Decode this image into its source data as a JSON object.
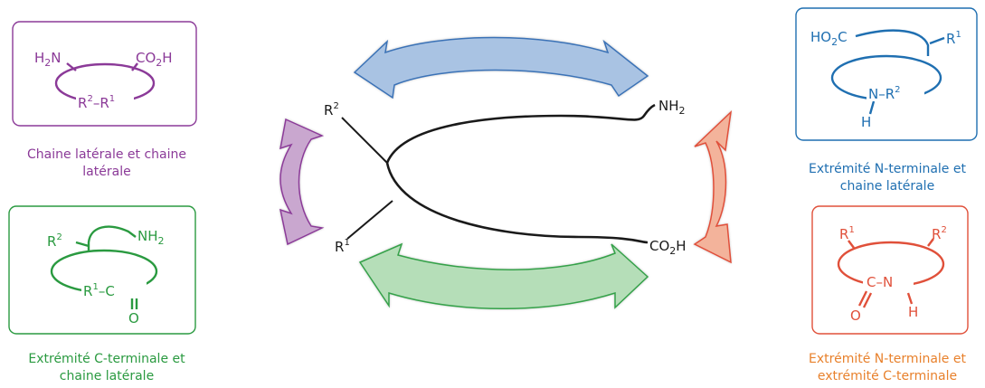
{
  "captions": {
    "purple": "Chaine latérale et chaine latérale",
    "green": "Extrémité C-terminale et chaine latérale",
    "blue": "Extrémité N-terminale et chaine latérale",
    "orange": "Extrémité N-terminale et extrémité C-terminale"
  },
  "center": {
    "r2": "R",
    "r2_sup": "2",
    "r1": "R",
    "r1_sup": "1",
    "nh": "NH",
    "nh_sub": "2",
    "co": "CO",
    "co_sub": "2",
    "co_h": "H"
  },
  "purple_box": {
    "h": "H",
    "h_sub": "2",
    "n": "N",
    "co": "CO",
    "co_sub": "2",
    "co_h": "H",
    "r2": "R",
    "r2_sup": "2",
    "dash": "–",
    "r1": "R",
    "r1_sup": "1"
  },
  "green_box": {
    "r2": "R",
    "r2_sup": "2",
    "nh": "NH",
    "nh_sub": "2",
    "r1": "R",
    "r1_sup": "1",
    "dash": "–",
    "c": "C",
    "o": "O"
  },
  "blue_box": {
    "ho": "HO",
    "ho_sub": "2",
    "c": "C",
    "r1": "R",
    "r1_sup": "1",
    "n": "N",
    "dash": "–",
    "r2": "R",
    "r2_sup": "2",
    "h": "H"
  },
  "orange_box": {
    "r1": "R",
    "r1_sup": "1",
    "r2": "R",
    "r2_sup": "2",
    "c": "C",
    "dash": "–",
    "n": "N",
    "o": "O",
    "h": "H"
  },
  "colors": {
    "purple": "#8b3a98",
    "green": "#2a9a40",
    "blue": "#1f6fb1",
    "orange": "#e0503a",
    "purple_fill": "#c9a7cf",
    "green_fill": "#b5deb8",
    "blue_fill": "#a9c3e3",
    "orange_fill": "#f3b39b"
  }
}
